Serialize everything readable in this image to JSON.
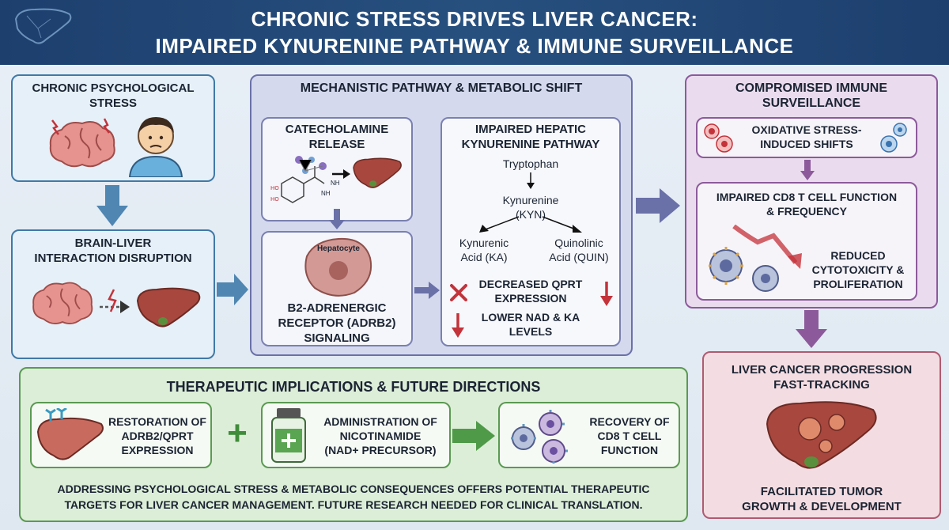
{
  "title": {
    "line1": "CHRONIC STRESS DRIVES LIVER CANCER:",
    "line2": "IMPAIRED KYNURENINE PATHWAY & IMMUNE SURVEILLANCE"
  },
  "stress": {
    "l1": "CHRONIC PSYCHOLOGICAL",
    "l2": "STRESS"
  },
  "brain_liver": {
    "l1": "BRAIN-LIVER",
    "l2": "INTERACTION DISRUPTION"
  },
  "mechanism": {
    "title": "MECHANISTIC PATHWAY & METABOLIC SHIFT",
    "catecholamine": {
      "l1": "CATECHOLAMINE",
      "l2": "RELEASE"
    },
    "hepatocyte_label": "Hepatocyte",
    "adrb2": {
      "l1": "β2-ADRENERGIC",
      "l2": "RECEPTOR (ADRB2)",
      "l3": "SIGNALING"
    },
    "molecule_labels": {
      "nh2_top": "NH",
      "nh2_bottom": "NH"
    },
    "kynurenine_pathway": {
      "l1": "IMPAIRED HEPATIC",
      "l2": "KYNURENINE PATHWAY",
      "tryptophan": "Tryptophan",
      "kynurenine_l1": "Kynurenine",
      "kynurenine_l2": "(KYN)",
      "ka_l1": "Kynurenic",
      "ka_l2": "Acid (KA)",
      "quin_l1": "Quinolinic",
      "quin_l2": "Acid (QUIN)",
      "qprt_l1": "DECREASED QPRT",
      "qprt_l2": "EXPRESSION",
      "nad_l1": "LOWER NAD & KA",
      "nad_l2": "LEVELS"
    }
  },
  "immune": {
    "title_l1": "COMPROMISED IMMUNE",
    "title_l2": "SURVEILLANCE",
    "oxidative_l1": "OXIDATIVE STRESS-",
    "oxidative_l2": "INDUCED SHIFTS",
    "cd8_l1": "IMPAIRED CD8 T CELL FUNCTION",
    "cd8_l2": "& FREQUENCY",
    "reduced_l1": "REDUCED",
    "reduced_l2": "CYTOTOXICITY &",
    "reduced_l3": "PROLIFERATION"
  },
  "progression": {
    "title_l1": "LIVER CANCER PROGRESSION",
    "title_l2": "FAST-TRACKING",
    "sub_l1": "FACILITATED TUMOR",
    "sub_l2": "GROWTH & DEVELOPMENT"
  },
  "therapeutic": {
    "title": "THERAPEUTIC IMPLICATIONS & FUTURE DIRECTIONS",
    "item1": {
      "l1": "RESTORATION OF",
      "l2": "ADRB2/QPRT",
      "l3": "EXPRESSION"
    },
    "item2": {
      "l1": "ADMINISTRATION OF",
      "l2": "NICOTINAMIDE",
      "l3": "(NAD+ PRECURSOR)"
    },
    "item3": {
      "l1": "RECOVERY OF",
      "l2": "CD8 T CELL",
      "l3": "FUNCTION"
    },
    "plus": "+",
    "footer_l1": "ADDRESSING PSYCHOLOGICAL STRESS & METABOLIC CONSEQUENCES OFFERS POTENTIAL THERAPEUTIC",
    "footer_l2": "TARGETS FOR LIVER CANCER MANAGEMENT. FUTURE RESEARCH NEEDED FOR CLINICAL TRANSLATION."
  },
  "colors": {
    "header": "#1d3f6e",
    "blue_border": "#3f79a6",
    "purple_border": "#6a71a8",
    "immune_border": "#8c5a9b",
    "progression_border": "#b05a70",
    "therapy_border": "#5a9a52",
    "liver": "#a8473e",
    "decrease_red": "#c4323a"
  }
}
